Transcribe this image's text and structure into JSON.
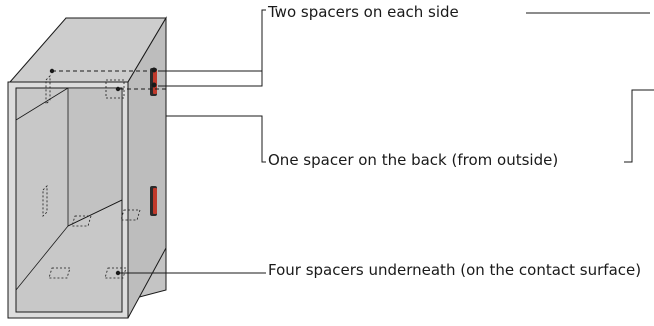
{
  "annotations": {
    "two_spacers_sides": "Two spacers on each side",
    "one_spacer_back": "One spacer on the back (from outside)",
    "four_spacers_underneath": "Four spacers underneath (on the contact surface)"
  },
  "colors": {
    "box_fill": "#c8c8c8",
    "box_side": "#bdbdbd",
    "frame": "#d9d9d9",
    "stroke": "#1a1a1a",
    "spacer_red": "#c0392b",
    "spacer_dark": "#2b2b2b"
  }
}
